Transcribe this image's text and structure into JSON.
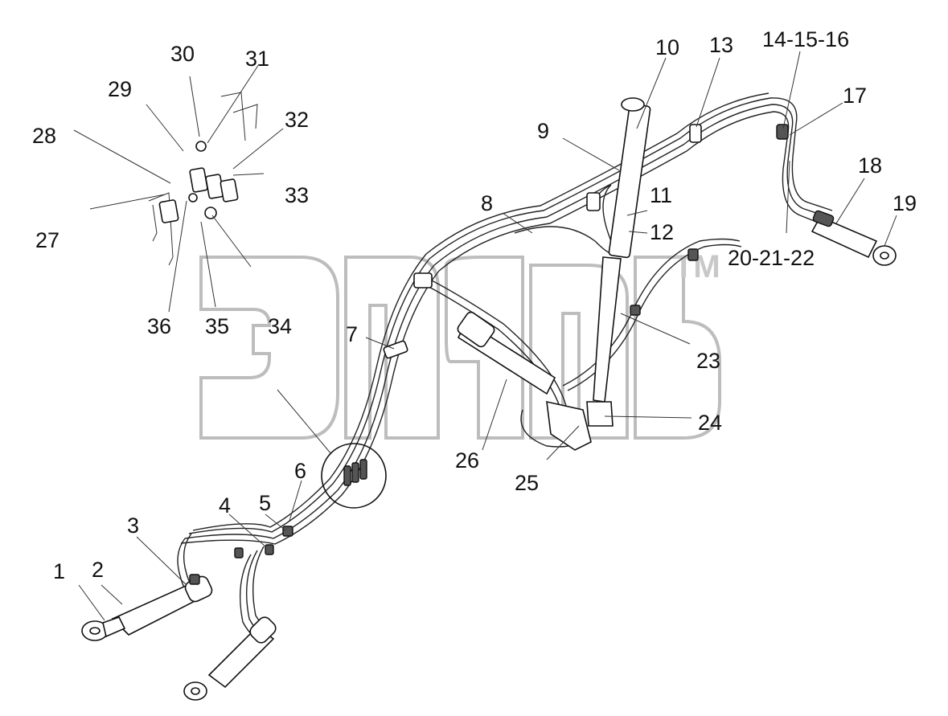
{
  "callouts": {
    "c1": "1",
    "c2": "2",
    "c3": "3",
    "c4": "4",
    "c5": "5",
    "c6": "6",
    "c7": "7",
    "c8": "8",
    "c9": "9",
    "c10": "10",
    "c11": "11",
    "c12": "12",
    "c13": "13",
    "c14": "14-15-16",
    "c17": "17",
    "c18": "18",
    "c19": "19",
    "c20": "20-21-22",
    "c23": "23",
    "c24": "24",
    "c25": "25",
    "c26": "26",
    "c27": "27",
    "c28": "28",
    "c29": "29",
    "c30": "30",
    "c31": "31",
    "c32": "32",
    "c33": "33",
    "c34": "34",
    "c35": "35",
    "c36": "36"
  },
  "watermark": {
    "trademark": "TM"
  },
  "icons": {
    "watermark": "logo-outline-watermark",
    "detail": "circle-detail-marker"
  }
}
